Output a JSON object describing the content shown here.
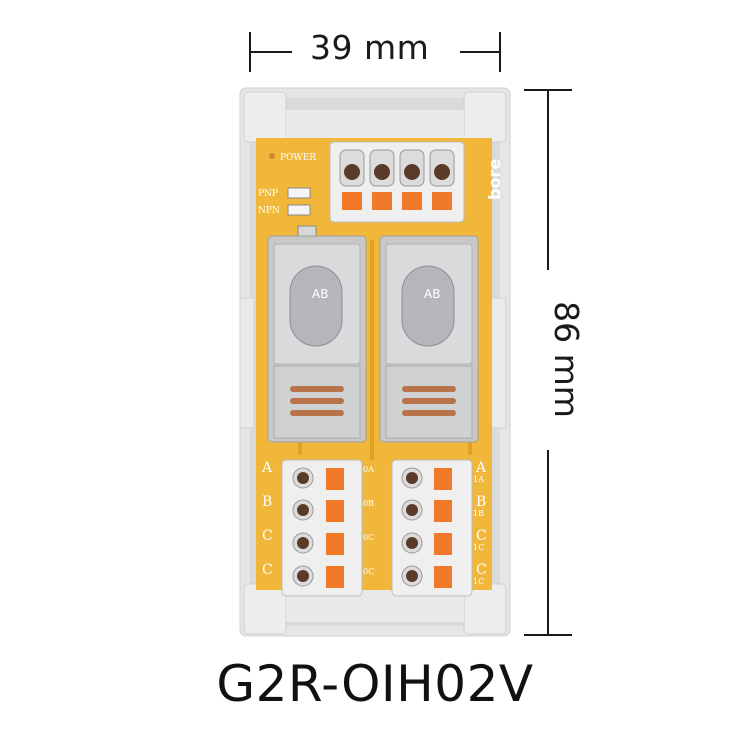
{
  "dimensions": {
    "width_label": "39 mm",
    "height_label": "86 mm"
  },
  "model": "G2R-OIH02V",
  "board": {
    "brand": "bore",
    "led_labels": {
      "power": "POWER",
      "pnp": "PNP",
      "npn": "NPN"
    },
    "left_terminal_letters": [
      "A",
      "B",
      "C",
      "C"
    ],
    "right_terminal_letters": [
      "A",
      "B",
      "C",
      "C"
    ],
    "left_terminal_codes": [
      "0A",
      "0B",
      "0C",
      "0C"
    ],
    "right_terminal_codes": [
      "1A",
      "1B",
      "1C",
      "1C"
    ],
    "relay_marking": "AB"
  },
  "colors": {
    "pcb": "#f0b73a",
    "rail": "#e3e4e5",
    "terminal_body": "#efefef",
    "lever": "#f07a2a",
    "relay_case": "#c7c9cc"
  }
}
